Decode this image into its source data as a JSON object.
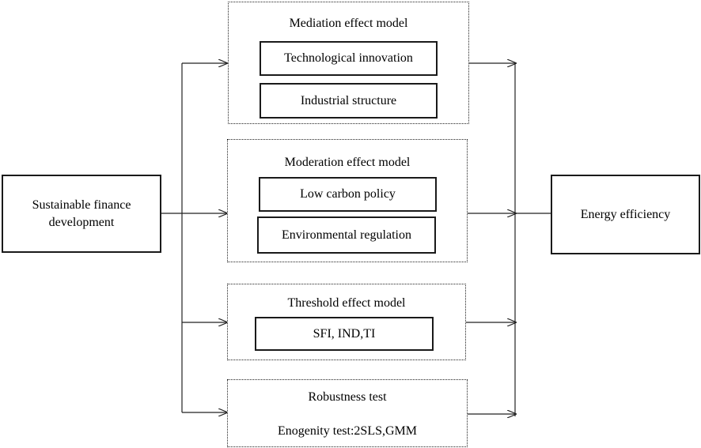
{
  "source_node": {
    "label": "Sustainable finance development"
  },
  "target_node": {
    "label": "Energy efficiency"
  },
  "models": {
    "mediation": {
      "title": "Mediation effect model",
      "items": [
        "Technological innovation",
        "Industrial structure"
      ]
    },
    "moderation": {
      "title": "Moderation effect model",
      "items": [
        "Low carbon policy",
        "Environmental regulation"
      ]
    },
    "threshold": {
      "title": "Threshold effect model",
      "items": [
        "SFI, IND,TI"
      ]
    },
    "robustness": {
      "title": "Robustness test",
      "note": "Enogenity test:2SLS,GMM"
    }
  }
}
